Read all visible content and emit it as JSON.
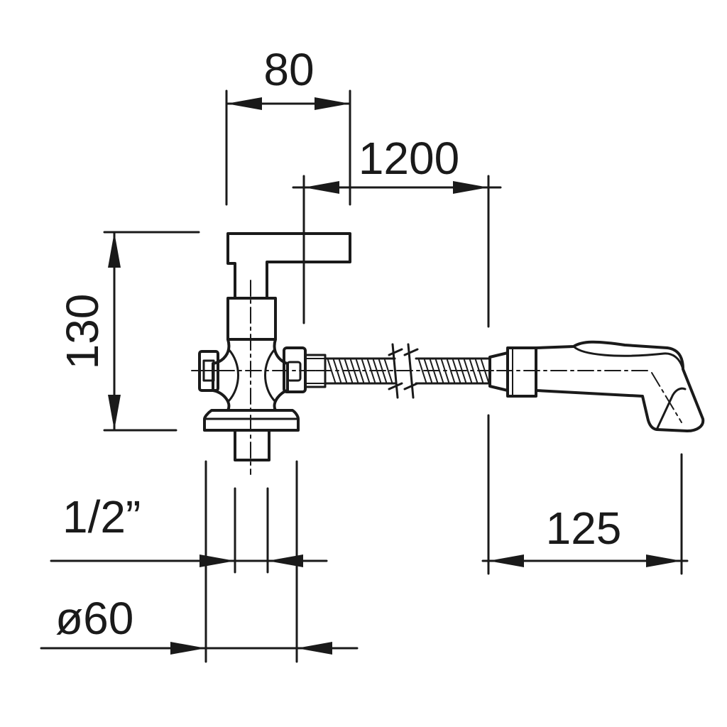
{
  "dimensions": {
    "handle_width": "80",
    "hose_length": "1200",
    "height": "130",
    "thread_size": "1/2”",
    "flange_diameter": "ø60",
    "spray_length": "125"
  }
}
